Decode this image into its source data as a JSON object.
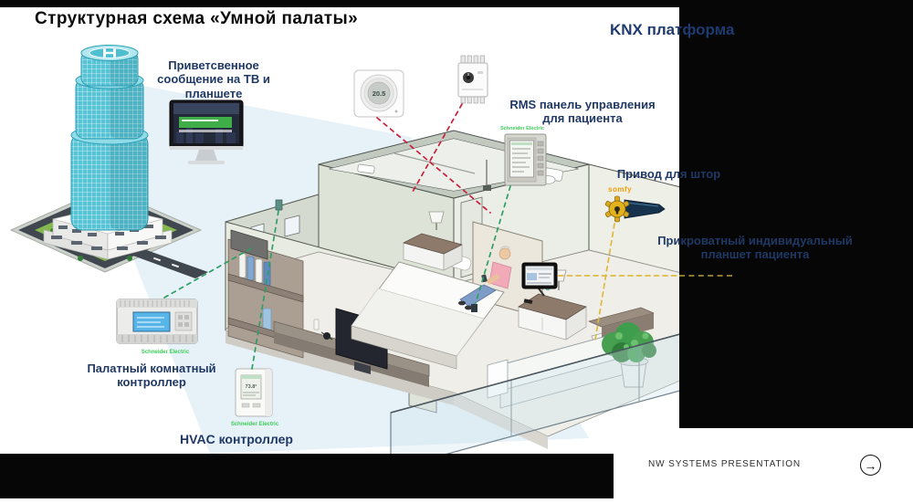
{
  "header": {
    "title": "Структурная схема «Умной палаты»",
    "platform": "KNX платформа"
  },
  "labels": {
    "welcome": "Приветсвенное сообщение на ТВ и планшете",
    "rms": "RMS панель управления для пациента",
    "curtain": "Привод для штор",
    "bedside_tablet": "Прикроватный индивидуальный планшет пациента",
    "ward_controller": "Палатный комнатный контроллер",
    "hvac": "HVAC контроллер"
  },
  "devices": {
    "thermostat": {
      "reading": "20.5"
    },
    "hvac_controller": {
      "reading": "73.8°"
    },
    "brands": {
      "schneider": "Schneider Electric",
      "somfy": "somfy"
    }
  },
  "footer": {
    "presentation": "NW SYSTEMS PRESENTATION",
    "arrow_glyph": "→"
  },
  "colors": {
    "accent_navy": "#1f3864",
    "schneider_green": "#3dcd58",
    "somfy_orange": "#f59c00",
    "dash_red": "#c8203a",
    "dash_green": "#2f9e63",
    "dash_yellow": "#e0b93f",
    "beam_blue": "#cfe3f2",
    "tower_teal": "#57c4d6"
  }
}
